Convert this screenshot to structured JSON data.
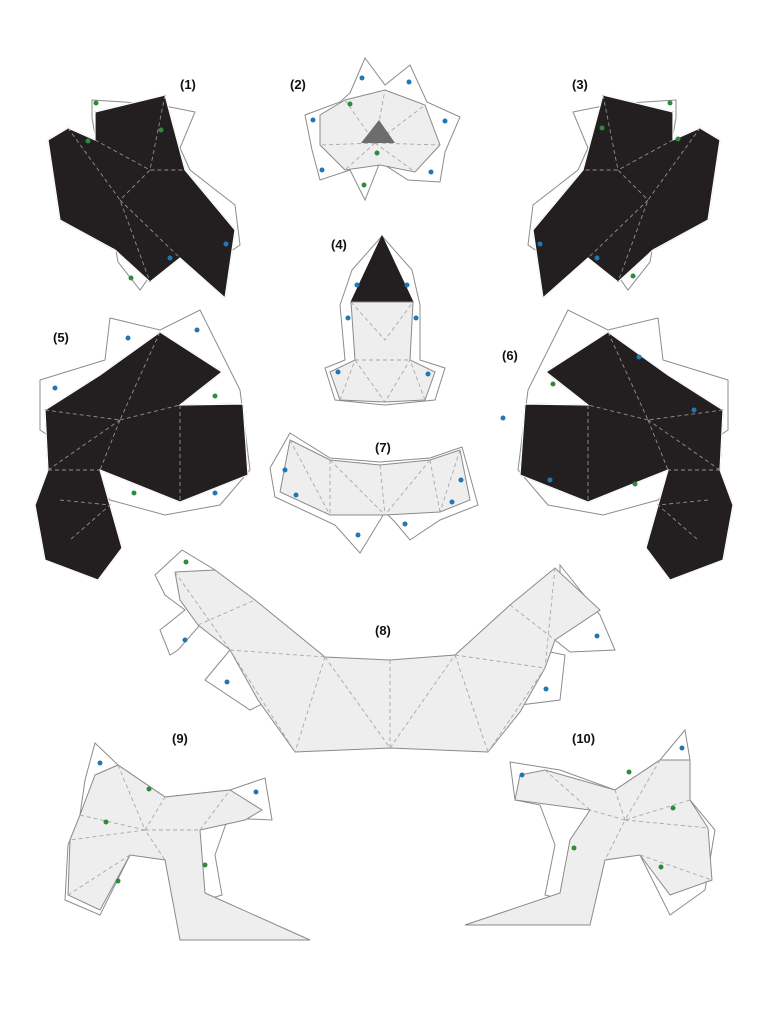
{
  "colors": {
    "dark_panel": "#231f20",
    "light_panel": "#eeeeee",
    "tab_outline": "#8c8c8c",
    "marker_blue": "#1f78b4",
    "marker_green": "#2e8b3a",
    "nose_triangle": "#6d6d6d"
  },
  "pieces": [
    {
      "id": 1,
      "label": "(1)",
      "color": "dark"
    },
    {
      "id": 2,
      "label": "(2)",
      "color": "light"
    },
    {
      "id": 3,
      "label": "(3)",
      "color": "dark"
    },
    {
      "id": 4,
      "label": "(4)",
      "color": "dark-and-light"
    },
    {
      "id": 5,
      "label": "(5)",
      "color": "dark"
    },
    {
      "id": 6,
      "label": "(6)",
      "color": "dark"
    },
    {
      "id": 7,
      "label": "(7)",
      "color": "light"
    },
    {
      "id": 8,
      "label": "(8)",
      "color": "light"
    },
    {
      "id": 9,
      "label": "(9)",
      "color": "light"
    },
    {
      "id": 10,
      "label": "(10)",
      "color": "light"
    }
  ]
}
